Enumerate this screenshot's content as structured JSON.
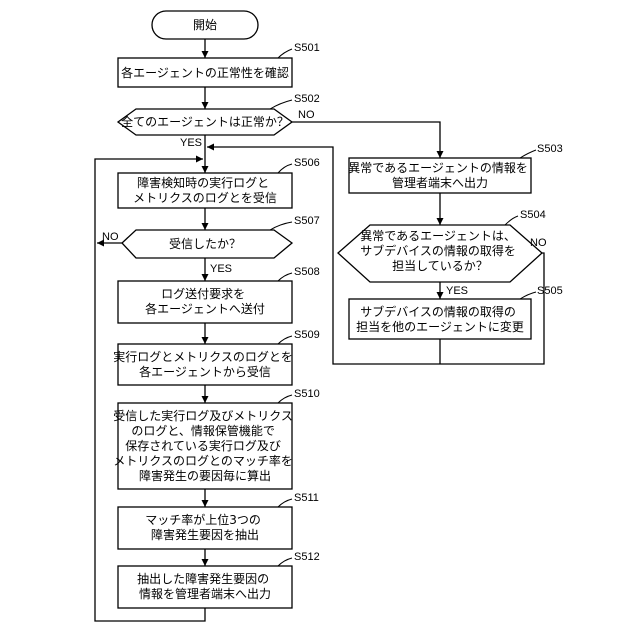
{
  "nodes": {
    "start": {
      "lines": [
        "開始"
      ]
    },
    "s501": {
      "step": "S501",
      "lines": [
        "各エージェントの正常性を確認"
      ]
    },
    "s502": {
      "step": "S502",
      "lines": [
        "全てのエージェントは正常か？"
      ]
    },
    "s503": {
      "step": "S503",
      "lines": [
        "異常であるエージェントの情報を",
        "管理者端末へ出力"
      ]
    },
    "s504": {
      "step": "S504",
      "lines": [
        "異常であるエージェントは、",
        "サブデバイスの情報の取得を",
        "担当しているか？"
      ]
    },
    "s505": {
      "step": "S505",
      "lines": [
        "サブデバイスの情報の取得の",
        "担当を他のエージェントに変更"
      ]
    },
    "s506": {
      "step": "S506",
      "lines": [
        "障害検知時の実行ログと",
        "メトリクスのログとを受信"
      ]
    },
    "s507": {
      "step": "S507",
      "lines": [
        "受信したか？"
      ]
    },
    "s508": {
      "step": "S508",
      "lines": [
        "ログ送付要求を",
        "各エージェントへ送付"
      ]
    },
    "s509": {
      "step": "S509",
      "lines": [
        "実行ログとメトリクスのログとを",
        "各エージェントから受信"
      ]
    },
    "s510": {
      "step": "S510",
      "lines": [
        "受信した実行ログ及びメトリクス",
        "のログと、情報保管機能で",
        "保存されている実行ログ及び",
        "メトリクスのログとのマッチ率を",
        "障害発生の要因毎に算出"
      ]
    },
    "s511": {
      "step": "S511",
      "lines": [
        "マッチ率が上位3つの",
        "障害発生要因を抽出"
      ]
    },
    "s512": {
      "step": "S512",
      "lines": [
        "抽出した障害発生要因の",
        "情報を管理者端末へ出力"
      ]
    }
  },
  "labels": {
    "s502_yes": "YES",
    "s502_no": "NO",
    "s504_yes": "YES",
    "s504_no": "NO",
    "s507_yes": "YES",
    "s507_no": "NO"
  }
}
